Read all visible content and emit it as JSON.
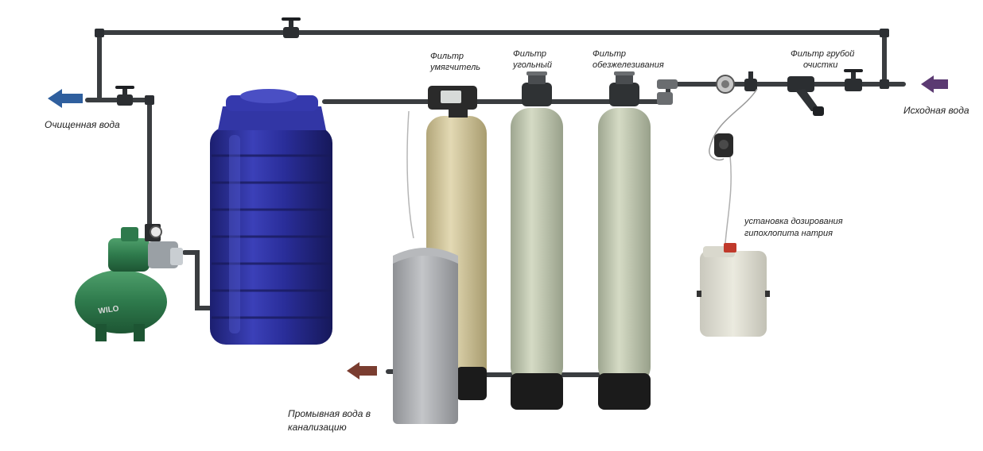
{
  "labels": {
    "purified_water": "Очищенная вода",
    "source_water": "Исходная вода",
    "drain_water_line1": "Промывная вода в",
    "drain_water_line2": "канализацию",
    "softener_filter_line1": "Фильтр",
    "softener_filter_line2": "умягчитель",
    "carbon_filter_line1": "Фильтр",
    "carbon_filter_line2": "угольный",
    "iron_filter_line1": "Фильтр",
    "iron_filter_line2": "обезжелезивания",
    "coarse_filter_line1": "Фильтр грубой",
    "coarse_filter_line2": "очистки",
    "dosing_line1": "установка дозирования",
    "dosing_line2": "гипохлопита натрия",
    "pump_brand": "WILO"
  },
  "colors": {
    "pipe": "#3a3d40",
    "arrow_out": "#2f5f9e",
    "arrow_in": "#5b3a72",
    "arrow_drain": "#7a3d30",
    "tank": "#2b2f96",
    "softener_vessel": "#d6cba4",
    "fiberglass_vessel": "#bfc6ad",
    "brine_tank": "#a9aaad",
    "pump": "#2e7a4c"
  },
  "icons": [
    "arrow-left-icon",
    "valve-icon",
    "control-head-icon",
    "pressure-gauge-icon"
  ]
}
